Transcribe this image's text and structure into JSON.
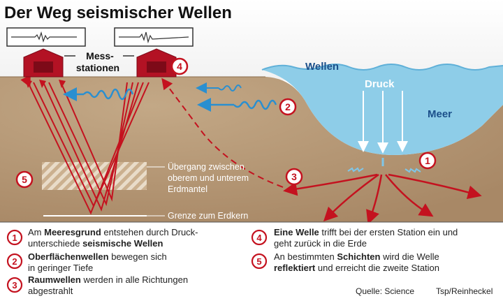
{
  "title": "Der Weg seismischer Wellen",
  "labels": {
    "station_line1": "Mess-",
    "station_line2": "stationen",
    "wellen": "Wellen",
    "druck": "Druck",
    "meer": "Meer",
    "mantle_line1": "Übergang zwischen",
    "mantle_line2": "oberem und unterem",
    "mantle_line3": "Erdmantel",
    "core": "Grenze zum Erdkern"
  },
  "markers": [
    "1",
    "2",
    "3",
    "4",
    "5"
  ],
  "legend": [
    {
      "num": "1",
      "l1a": "Am ",
      "l1b": "Meeresgrund",
      "l1c": " entstehen durch Druck-",
      "l2a": "unterschiede ",
      "l2b": "seismische Wellen",
      "l2c": ""
    },
    {
      "num": "2",
      "l1a": "",
      "l1b": "Oberflächenwellen",
      "l1c": " bewegen sich",
      "l2a": "in geringer Tiefe",
      "l2b": "",
      "l2c": ""
    },
    {
      "num": "3",
      "l1a": "",
      "l1b": "Raumwellen",
      "l1c": " werden in alle Richtungen",
      "l2a": "abgestrahlt",
      "l2b": "",
      "l2c": ""
    },
    {
      "num": "4",
      "l1a": "",
      "l1b": "Eine Welle",
      "l1c": " trifft bei der ersten Station ein und",
      "l2a": "geht zurück in die Erde",
      "l2b": "",
      "l2c": ""
    },
    {
      "num": "5",
      "l1a": "An bestimmten ",
      "l1b": "Schichten",
      "l1c": " wird die Welle",
      "l2a": "",
      "l2b": "reflektiert",
      "l2c": " und erreicht die zweite Station"
    }
  ],
  "source": "Quelle: Science",
  "credit": "Tsp/Reinheckel",
  "colors": {
    "earth": "#b89a7a",
    "earth_dark": "#a8896a",
    "sea": "#8ccbe6",
    "sea_dark": "#5fb0d8",
    "red": "#c4121f",
    "blue_text": "#1b4f8a"
  }
}
